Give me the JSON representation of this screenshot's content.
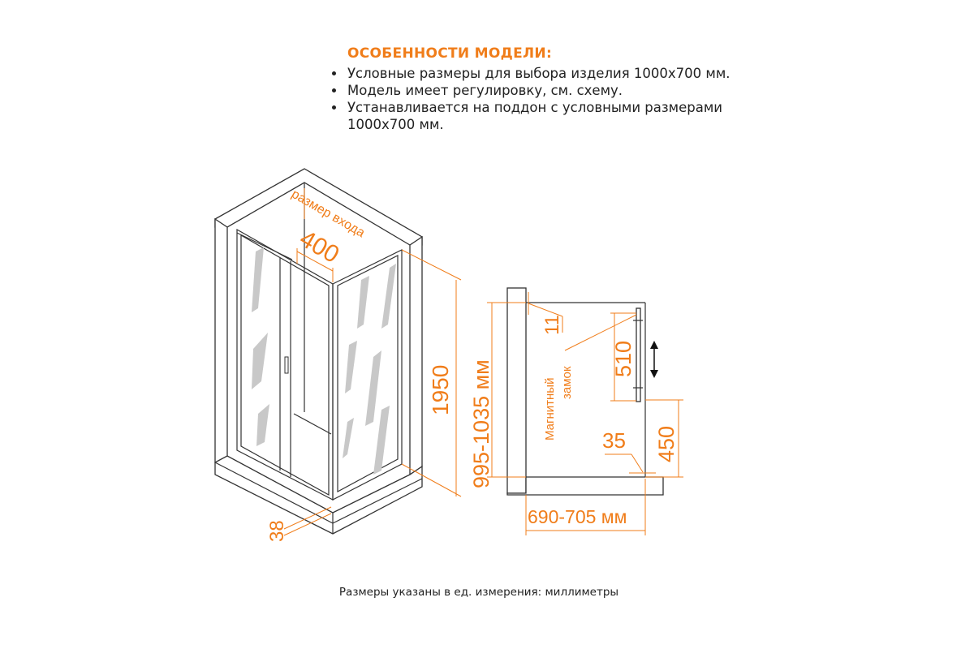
{
  "features": {
    "title": "ОСОБЕННОСТИ МОДЕЛИ:",
    "items": [
      "Условные размеры для выбора изделия 1000x700 мм.",
      "Модель имеет регулировку, см. схему.",
      "Устанавливается на поддон с условными размерами 1000x700 мм."
    ]
  },
  "iso_view": {
    "entry_label": "размер входа",
    "entry_width": "400",
    "height": "1950",
    "profile": "38"
  },
  "side_view": {
    "height_range": "995-1035 мм",
    "top_gap": "11",
    "magnet_label": "Магнитный замок",
    "magnet_label_line1": "Магнитный",
    "magnet_label_line2": "замок",
    "door_height": "510",
    "bottom_offset": "450",
    "profile": "35",
    "width_range": "690-705 мм"
  },
  "colors": {
    "accent": "#F07D1A",
    "line": "#333333"
  },
  "footer": "Размеры указаны в ед. измерения: миллиметры"
}
